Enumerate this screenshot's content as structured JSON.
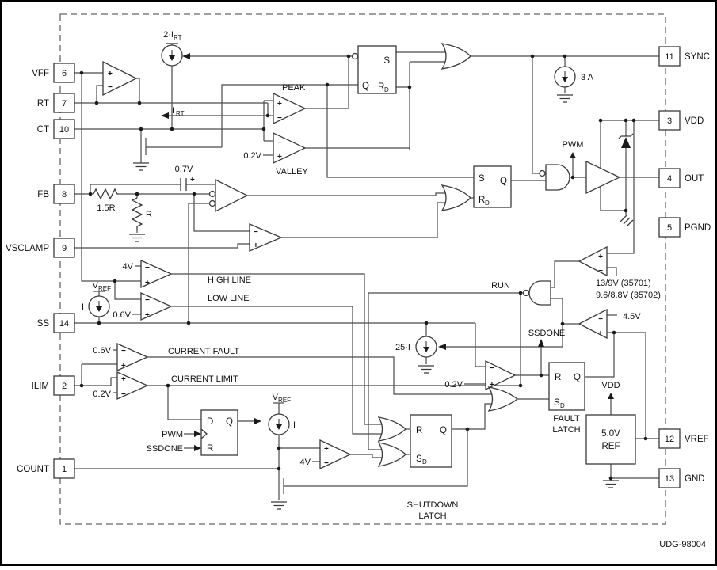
{
  "figure_id": "UDG-98004",
  "signs": {
    "plus": "+",
    "minus": "−"
  },
  "pins": {
    "left": [
      {
        "label": "VFF",
        "num": "6"
      },
      {
        "label": "RT",
        "num": "7"
      },
      {
        "label": "CT",
        "num": "10"
      },
      {
        "label": "FB",
        "num": "8"
      },
      {
        "label": "VSCLAMP",
        "num": "9"
      },
      {
        "label": "SS",
        "num": "14"
      },
      {
        "label": "ILIM",
        "num": "2"
      },
      {
        "label": "COUNT",
        "num": "1"
      }
    ],
    "right": [
      {
        "label": "SYNC",
        "num": "11"
      },
      {
        "label": "VDD",
        "num": "3"
      },
      {
        "label": "OUT",
        "num": "4"
      },
      {
        "label": "PGND",
        "num": "5"
      },
      {
        "label": "VREF",
        "num": "12"
      },
      {
        "label": "GND",
        "num": "13"
      }
    ]
  },
  "labels": {
    "osc_current": "2·I",
    "osc_current_sub": "RT",
    "irt": "I",
    "irt_sub": "RT",
    "sync_current": "3 A",
    "peak": "PEAK",
    "valley": "VALLEY",
    "valley_ref": "0.2V",
    "offset_ref": "0.7V",
    "battery_plus": "+",
    "r_upper": "1.5R",
    "r_lower": "R",
    "high_ref": "4V",
    "high_line": "HIGH LINE",
    "low_line": "LOW LINE",
    "low_ref": "0.6V",
    "vref": "V",
    "vref_sub": "REF",
    "current_i": "I",
    "fault_ref": "0.6V",
    "current_fault": "CURRENT FAULT",
    "current_limit": "CURRENT LIMIT",
    "limit_ref": "0.2V",
    "pwm": "PWM",
    "ssdone": "SSDONE",
    "count_ref": "4V",
    "run": "RUN",
    "uvlo1": "13/9V (35701)",
    "uvlo2": "9.6/8.8V (35702)",
    "ssdone_ref": "4.5V",
    "ss_discharge": "25·I",
    "done_ref": "0.2V",
    "vdd": "VDD",
    "fault_latch1": "FAULT",
    "fault_latch2": "LATCH",
    "shutdown_latch1": "SHUTDOWN",
    "shutdown_latch2": "LATCH",
    "ref5_1": "5.0V",
    "ref5_2": "REF"
  },
  "latch": {
    "s": "S",
    "q": "Q",
    "r": "R",
    "d": "D",
    "sub_d": "D"
  }
}
